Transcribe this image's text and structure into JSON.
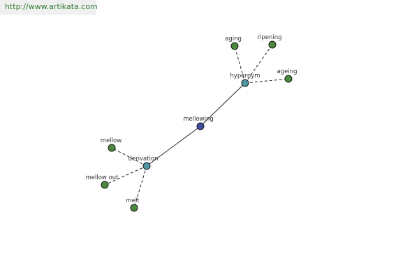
{
  "watermark": "http://www.artikata.com",
  "colors": {
    "center_node": "#3b4f9e",
    "relation_node": "#4f97a3",
    "term_node": "#4b8a3e"
  },
  "graph": {
    "center": {
      "label": "mellowing"
    },
    "relations": [
      {
        "label": "hypernym",
        "terms": [
          "aging",
          "ripening",
          "ageing"
        ]
      },
      {
        "label": "derivation",
        "terms": [
          "mellow",
          "mellow out",
          "melt"
        ]
      }
    ]
  }
}
